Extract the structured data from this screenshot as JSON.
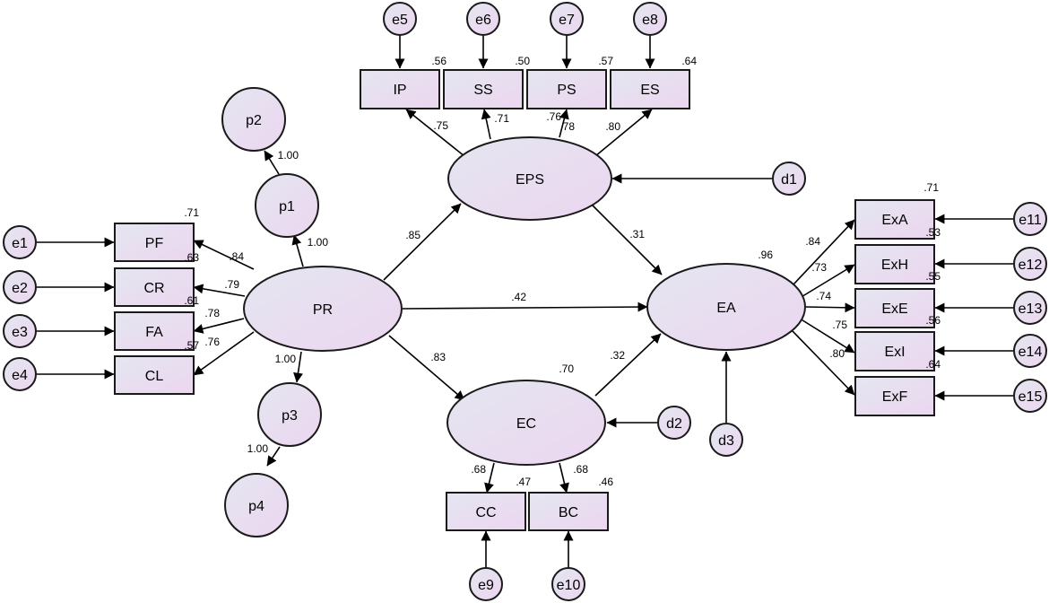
{
  "colors": {
    "fill_start": "#e4e6f0",
    "fill_end": "#ecd6f0",
    "stroke": "#1a1a1a"
  },
  "latent": [
    {
      "id": "PR",
      "label": "PR"
    },
    {
      "id": "EPS",
      "label": "EPS"
    },
    {
      "id": "EC",
      "label": "EC"
    },
    {
      "id": "EA",
      "label": "EA"
    }
  ],
  "indicators": [
    {
      "id": "IP",
      "label": "IP",
      "r2": ".56"
    },
    {
      "id": "SS",
      "label": "SS",
      "r2": ".50"
    },
    {
      "id": "PS",
      "label": "PS",
      "r2": ".57"
    },
    {
      "id": "ES",
      "label": "ES",
      "r2": ".64"
    },
    {
      "id": "PF",
      "label": "PF",
      "r2": ".71"
    },
    {
      "id": "CR",
      "label": "CR",
      "r2": ".63"
    },
    {
      "id": "FA",
      "label": "FA",
      "r2": ".61"
    },
    {
      "id": "CL",
      "label": "CL",
      "r2": ".57"
    },
    {
      "id": "CC",
      "label": "CC",
      "r2": ".47"
    },
    {
      "id": "BC",
      "label": "BC",
      "r2": ".46"
    },
    {
      "id": "ExA",
      "label": "ExA",
      "r2": ".71"
    },
    {
      "id": "ExH",
      "label": "ExH",
      "r2": ".53"
    },
    {
      "id": "ExE",
      "label": "ExE",
      "r2": ".55"
    },
    {
      "id": "ExI",
      "label": "ExI",
      "r2": ".56"
    },
    {
      "id": "ExF",
      "label": "ExF",
      "r2": ".64"
    }
  ],
  "errors": [
    {
      "id": "e1",
      "label": "e1"
    },
    {
      "id": "e2",
      "label": "e2"
    },
    {
      "id": "e3",
      "label": "e3"
    },
    {
      "id": "e4",
      "label": "e4"
    },
    {
      "id": "e5",
      "label": "e5"
    },
    {
      "id": "e6",
      "label": "e6"
    },
    {
      "id": "e7",
      "label": "e7"
    },
    {
      "id": "e8",
      "label": "e8"
    },
    {
      "id": "e9",
      "label": "e9"
    },
    {
      "id": "e10",
      "label": "e10"
    },
    {
      "id": "e11",
      "label": "e11"
    },
    {
      "id": "e12",
      "label": "e12"
    },
    {
      "id": "e13",
      "label": "e13"
    },
    {
      "id": "e14",
      "label": "e14"
    },
    {
      "id": "e15",
      "label": "e15"
    },
    {
      "id": "d1",
      "label": "d1"
    },
    {
      "id": "d2",
      "label": "d2"
    },
    {
      "id": "d3",
      "label": "d3"
    },
    {
      "id": "p1",
      "label": "p1"
    },
    {
      "id": "p2",
      "label": "p2"
    },
    {
      "id": "p3",
      "label": "p3"
    },
    {
      "id": "p4",
      "label": "p4"
    }
  ],
  "r2_latent": {
    "EA": ".96",
    "EC": ".70"
  },
  "paths": {
    "PR_EPS": ".85",
    "PR_EC": ".83",
    "PR_EA": ".42",
    "EPS_EA": ".31",
    "EC_EA": ".32"
  },
  "loadings": {
    "IP": ".75",
    "SS": ".71",
    "PS": ".76",
    "PS_overlap": ".78",
    "ES": ".80",
    "PF": ".84",
    "CR": ".79",
    "FA": ".78",
    "CL": ".76",
    "CC": ".68",
    "BC": ".68",
    "ExA": ".84",
    "ExH": ".73",
    "ExE": ".74",
    "ExI": ".75",
    "ExF": ".80"
  },
  "p_paths": {
    "p1_p2": "1.00",
    "PR_p1": "1.00",
    "PR_p3": "1.00",
    "p3_p4": "1.00"
  }
}
